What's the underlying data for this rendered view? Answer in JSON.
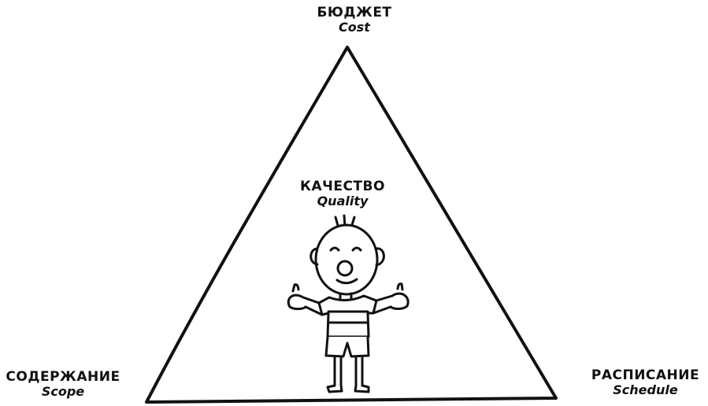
{
  "vertices": {
    "top": {
      "ru": "БЮДЖЕТ",
      "en": "Cost"
    },
    "left": {
      "ru": "СОДЕРЖАНИЕ",
      "en": "Scope"
    },
    "right": {
      "ru": "РАСПИСАНИЕ",
      "en": "Schedule"
    }
  },
  "center": {
    "ru": "КАЧЕСТВО",
    "en": "Quality"
  },
  "colors": {
    "ink": "#111111",
    "background": "#ffffff"
  }
}
